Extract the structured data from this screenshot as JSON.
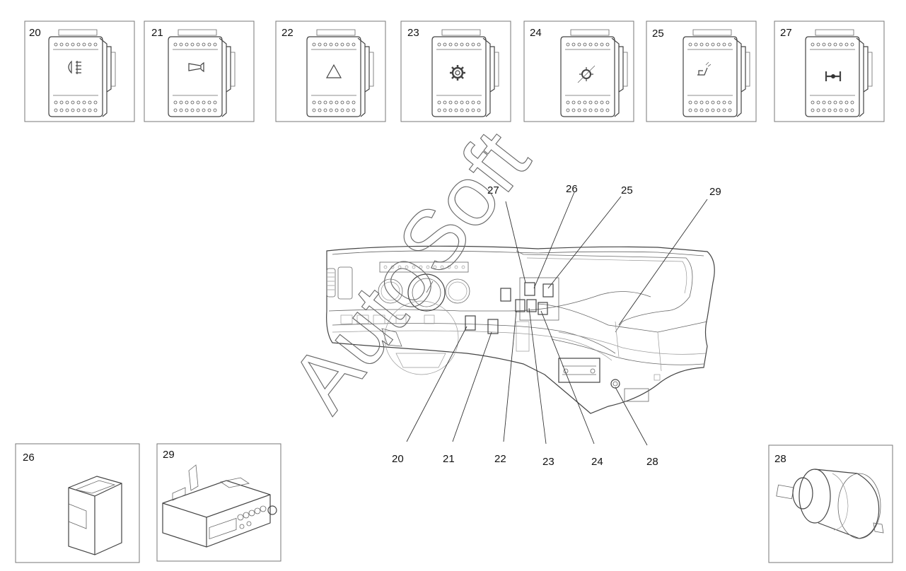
{
  "top_panels": [
    {
      "label": "20",
      "icon": "fog-light-icon"
    },
    {
      "label": "21",
      "icon": "horn-icon"
    },
    {
      "label": "22",
      "icon": "hazard-triangle-icon"
    },
    {
      "label": "23",
      "icon": "gear-icon"
    },
    {
      "label": "24",
      "icon": "warning-gear-icon"
    },
    {
      "label": "25",
      "icon": "seat-icon"
    },
    {
      "label": "27",
      "icon": "axle-lock-icon"
    }
  ],
  "bottom_panels": {
    "p26": "26",
    "p29": "29",
    "p28": "28"
  },
  "callouts": {
    "top": [
      "27",
      "26",
      "25",
      "29"
    ],
    "bottom": [
      "20",
      "21",
      "22",
      "23",
      "24",
      "28"
    ]
  },
  "watermark": "AutoSoft"
}
